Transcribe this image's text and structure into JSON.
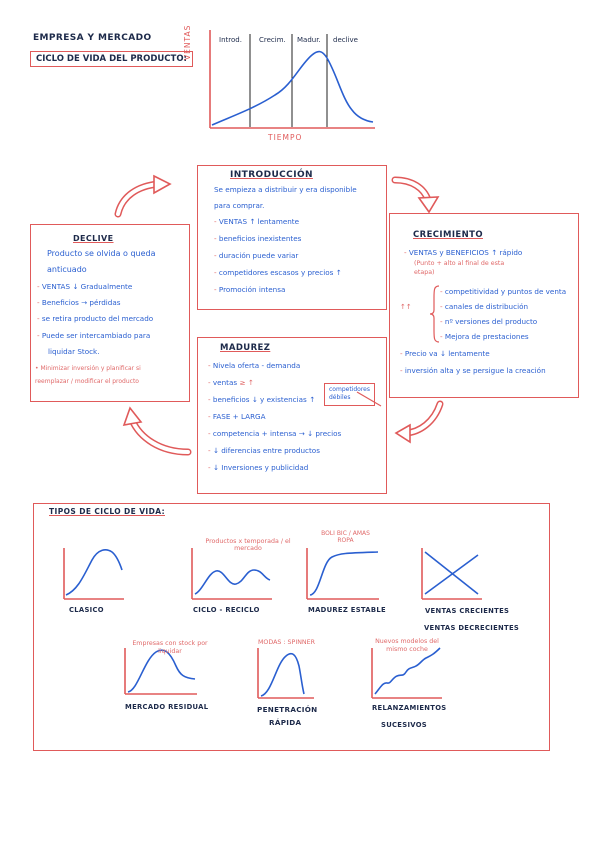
{
  "heading": {
    "subject": "EMPRESA Y MERCADO",
    "topic": "CICLO DE VIDA DEL PRODUCTO:"
  },
  "top_chart": {
    "ylabel": "VENTAS",
    "xlabel": "TIEMPO",
    "phases": [
      "Introd.",
      "Crecim.",
      "Madur.",
      "declive"
    ]
  },
  "introduccion": {
    "title": "INTRODUCCIÓN",
    "lead": [
      "Se empieza a distribuir y era disponible",
      "para comprar."
    ],
    "items": [
      "VENTAS ↑ lentamente",
      "beneficios inexistentes",
      "duración puede variar",
      "competidores escasos y precios ↑",
      "Promoción intensa"
    ]
  },
  "crecimiento": {
    "title": "CRECIMIENTO",
    "items_top": [
      "VENTAS y BENEFICIOS ↑ rápido"
    ],
    "note": [
      "(Punto + alto al final de esta",
      "etapa)"
    ],
    "group_marker": "↑↑",
    "group": [
      "competitividad y puntos de venta",
      "canales de distribución",
      "nº versiones del producto",
      "Mejora de prestaciones"
    ],
    "items_bottom": [
      "Precio va ↓ lentamente",
      "inversión alta y se persigue la creación"
    ]
  },
  "madurez": {
    "title": "MADUREZ",
    "items": [
      "Nivela oferta - demanda",
      "ventas",
      "beneficios ↓ y existencias ↑",
      "FASE + LARGA",
      "competencia + intensa → ↓ precios",
      "↓ diferencias entre productos",
      "↓ Inversiones y publicidad"
    ],
    "sales_mark": "≥ ↑",
    "side_note": [
      "competidores",
      "débiles"
    ]
  },
  "declive": {
    "title": "DECLIVE",
    "lead": [
      "Producto se olvida o queda",
      "anticuado"
    ],
    "items": [
      "VENTAS ↓ Gradualmente",
      "Beneficios → pérdidas",
      "se retira producto del mercado",
      "Puede ser intercambiado para",
      "liquidar Stock."
    ],
    "tip": [
      "Minimizar inversión y planificar si",
      "reemplazar / modificar el producto"
    ]
  },
  "tipos": {
    "title": "TIPOS DE CICLO DE VIDA:",
    "types": [
      {
        "label": "CLASICO",
        "note": ""
      },
      {
        "label": "CICLO - RECICLO",
        "note": "Productos x temporada / el mercado"
      },
      {
        "label": "MADUREZ ESTABLE",
        "note": "BOLI BIC / AMAS ROPA"
      },
      {
        "label": "VENTAS CRECIENTES",
        "label2": "VENTAS DECRECIENTES",
        "note": ""
      },
      {
        "label": "MERCADO RESIDUAL",
        "note": "Empresas con stock por liquidar"
      },
      {
        "label": "PENETRACIÓN",
        "label2": "RÁPIDA",
        "note": "MODAS : SPINNER"
      },
      {
        "label": "RELANZAMIENTOS",
        "label2": "SUCESIVOS",
        "note": "Nuevos modelos del mismo coche"
      }
    ]
  },
  "colors": {
    "red": "#e05a5a",
    "blue": "#2a5fd0",
    "ink": "#1d2a4a"
  }
}
